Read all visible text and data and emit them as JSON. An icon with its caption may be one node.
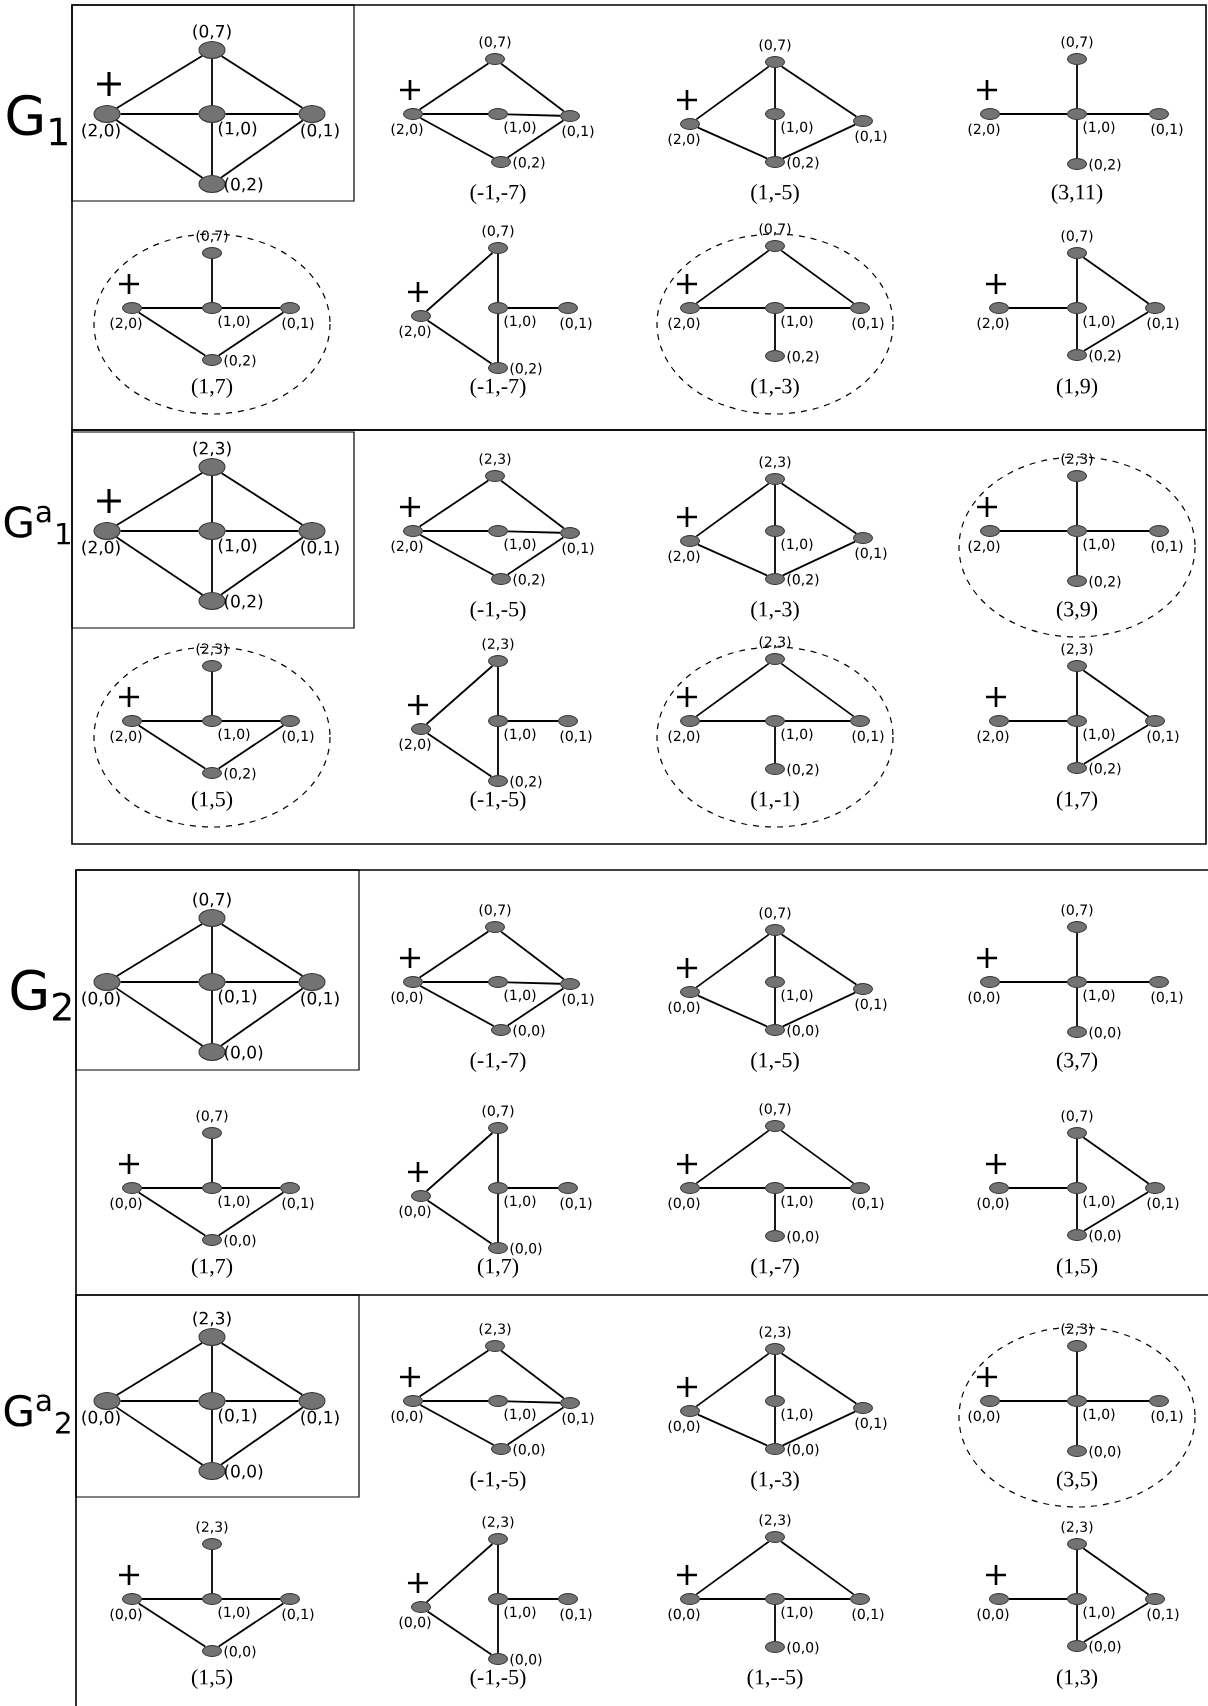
{
  "diagram": {
    "nodes": [
      {
        "text": [],
        "shape": "ellipse",
        "beside": [
          "(0,7)"
        ]
      },
      {
        "text": [],
        "shape": "ellipse",
        "beside": [
          "(2,0)"
        ]
      },
      {
        "text": [],
        "shape": "ellipse",
        "beside": [
          "(1,0)"
        ]
      },
      {
        "text": [],
        "shape": "ellipse",
        "beside": [
          "(0,1)"
        ]
      },
      {
        "text": [],
        "shape": "ellipse",
        "beside": [
          "(0,2)"
        ]
      },
      {
        "text": [],
        "shape": "ellipse",
        "beside": [
          "(0,7)"
        ]
      },
      {
        "text": [],
        "shape": "ellipse",
        "beside": [
          "(2,0)"
        ]
      },
      {
        "text": [],
        "shape": "ellipse",
        "beside": [
          "(1,0)"
        ]
      },
      {
        "text": [],
        "shape": "ellipse",
        "beside": [
          "(0,1)"
        ]
      },
      {
        "text": [],
        "shape": "ellipse",
        "beside": [
          "(0,2)"
        ]
      },
      {
        "text": [],
        "shape": "ellipse",
        "beside": [
          "(0,7)"
        ]
      },
      {
        "text": [],
        "shape": "ellipse",
        "beside": [
          "(2,0)"
        ]
      },
      {
        "text": [],
        "shape": "ellipse",
        "beside": [
          "(1,0)"
        ]
      },
      {
        "text": [],
        "shape": "ellipse",
        "beside": [
          "(0,1)"
        ]
      },
      {
        "text": [],
        "shape": "ellipse",
        "beside": [
          "(0,2)"
        ]
      },
      {
        "text": [],
        "shape": "ellipse",
        "beside": [
          "(0,7)"
        ]
      },
      {
        "text": [],
        "shape": "ellipse",
        "beside": [
          "(2,0)"
        ]
      },
      {
        "text": [],
        "shape": "ellipse",
        "beside": [
          "(1,0)"
        ]
      },
      {
        "text": [],
        "shape": "ellipse",
        "beside": [
          "(0,1)"
        ]
      },
      {
        "text": [],
        "shape": "ellipse",
        "beside": [
          "(0,2)"
        ]
      },
      {
        "text": [],
        "shape": "ellipse",
        "beside": [
          "(0,7)"
        ]
      },
      {
        "text": [],
        "shape": "ellipse",
        "beside": [
          "(2,0)"
        ]
      },
      {
        "text": [],
        "shape": "ellipse",
        "beside": [
          "(1,0)"
        ]
      },
      {
        "text": [],
        "shape": "ellipse",
        "beside": [
          "(0,1)"
        ]
      },
      {
        "text": [],
        "shape": "ellipse",
        "beside": [
          "(0,2)"
        ]
      },
      {
        "text": [],
        "shape": "ellipse",
        "beside": [
          "(0,7)"
        ]
      },
      {
        "text": [],
        "shape": "ellipse",
        "beside": [
          "(2,0)"
        ]
      },
      {
        "text": [],
        "shape": "ellipse",
        "beside": [
          "(1,0)"
        ]
      },
      {
        "text": [],
        "shape": "ellipse",
        "beside": [
          "(0,1)"
        ]
      },
      {
        "text": [],
        "shape": "ellipse",
        "beside": [
          "(0,2)"
        ]
      },
      {
        "text": [],
        "shape": "ellipse",
        "beside": [
          "(0,7)"
        ]
      },
      {
        "text": [],
        "shape": "ellipse",
        "beside": [
          "(2,0)"
        ]
      },
      {
        "text": [],
        "shape": "ellipse",
        "beside": [
          "(1,0)"
        ]
      },
      {
        "text": [],
        "shape": "ellipse",
        "beside": [
          "(0,1)"
        ]
      },
      {
        "text": [],
        "shape": "ellipse",
        "beside": [
          "(0,2)"
        ]
      },
      {
        "text": [],
        "shape": "ellipse",
        "beside": [
          "(0,7)"
        ]
      },
      {
        "text": [],
        "shape": "ellipse",
        "beside": [
          "(2,0)"
        ]
      },
      {
        "text": [],
        "shape": "ellipse",
        "beside": [
          "(1,0)"
        ]
      },
      {
        "text": [],
        "shape": "ellipse",
        "beside": [
          "(0,1)"
        ]
      },
      {
        "text": [],
        "shape": "ellipse",
        "beside": [
          "(0,2)"
        ]
      },
      {
        "text": [],
        "shape": "ellipse",
        "beside": [
          "(2,3)"
        ]
      },
      {
        "text": [],
        "shape": "ellipse",
        "beside": [
          "(2,0)"
        ]
      },
      {
        "text": [],
        "shape": "ellipse",
        "beside": [
          "(1,0)"
        ]
      },
      {
        "text": [],
        "shape": "ellipse",
        "beside": [
          "(0,1)"
        ]
      },
      {
        "text": [],
        "shape": "ellipse",
        "beside": [
          "(0,2)"
        ]
      },
      {
        "text": [],
        "shape": "ellipse",
        "beside": [
          "(2,3)"
        ]
      },
      {
        "text": [],
        "shape": "ellipse",
        "beside": [
          "(2,0)"
        ]
      },
      {
        "text": [],
        "shape": "ellipse",
        "beside": [
          "(1,0)"
        ]
      },
      {
        "text": [],
        "shape": "ellipse",
        "beside": [
          "(0,1)"
        ]
      },
      {
        "text": [],
        "shape": "ellipse",
        "beside": [
          "(0,2)"
        ]
      },
      {
        "text": [],
        "shape": "ellipse",
        "beside": [
          "(2,3)"
        ]
      },
      {
        "text": [],
        "shape": "ellipse",
        "beside": [
          "(2,0)"
        ]
      },
      {
        "text": [],
        "shape": "ellipse",
        "beside": [
          "(1,0)"
        ]
      },
      {
        "text": [],
        "shape": "ellipse",
        "beside": [
          "(0,1)"
        ]
      },
      {
        "text": [],
        "shape": "ellipse",
        "beside": [
          "(0,2)"
        ]
      },
      {
        "text": [],
        "shape": "ellipse",
        "beside": [
          "(2,3)"
        ]
      },
      {
        "text": [],
        "shape": "ellipse",
        "beside": [
          "(2,0)"
        ]
      },
      {
        "text": [],
        "shape": "ellipse",
        "beside": [
          "(1,0)"
        ]
      },
      {
        "text": [],
        "shape": "ellipse",
        "beside": [
          "(0,1)"
        ]
      },
      {
        "text": [],
        "shape": "ellipse",
        "beside": [
          "(0,2)"
        ]
      },
      {
        "text": [],
        "shape": "ellipse",
        "beside": [
          "(2,3)"
        ]
      },
      {
        "text": [],
        "shape": "ellipse",
        "beside": [
          "(2,0)"
        ]
      },
      {
        "text": [],
        "shape": "ellipse",
        "beside": [
          "(1,0)"
        ]
      },
      {
        "text": [],
        "shape": "ellipse",
        "beside": [
          "(0,1)"
        ]
      },
      {
        "text": [],
        "shape": "ellipse",
        "beside": [
          "(0,2)"
        ]
      },
      {
        "text": [],
        "shape": "ellipse",
        "beside": [
          "(2,3)"
        ]
      },
      {
        "text": [],
        "shape": "ellipse",
        "beside": [
          "(2,0)"
        ]
      },
      {
        "text": [],
        "shape": "ellipse",
        "beside": [
          "(1,0)"
        ]
      },
      {
        "text": [],
        "shape": "ellipse",
        "beside": [
          "(0,1)"
        ]
      },
      {
        "text": [],
        "shape": "ellipse",
        "beside": [
          "(0,2)"
        ]
      },
      {
        "text": [],
        "shape": "ellipse",
        "beside": [
          "(2,3)"
        ]
      },
      {
        "text": [],
        "shape": "ellipse",
        "beside": [
          "(2,0)"
        ]
      },
      {
        "text": [],
        "shape": "ellipse",
        "beside": [
          "(1,0)"
        ]
      },
      {
        "text": [],
        "shape": "ellipse",
        "beside": [
          "(0,1)"
        ]
      },
      {
        "text": [],
        "shape": "ellipse",
        "beside": [
          "(0,2)"
        ]
      },
      {
        "text": [],
        "shape": "ellipse",
        "beside": [
          "(2,3)"
        ]
      },
      {
        "text": [],
        "shape": "ellipse",
        "beside": [
          "(2,0)"
        ]
      },
      {
        "text": [],
        "shape": "ellipse",
        "beside": [
          "(1,0)"
        ]
      },
      {
        "text": [],
        "shape": "ellipse",
        "beside": [
          "(0,1)"
        ]
      },
      {
        "text": [],
        "shape": "ellipse",
        "beside": [
          "(0,2)"
        ]
      },
      {
        "text": [],
        "shape": "ellipse",
        "beside": [
          "(0,7)"
        ]
      },
      {
        "text": [],
        "shape": "ellipse",
        "beside": [
          "(0,0)"
        ]
      },
      {
        "text": [],
        "shape": "ellipse",
        "beside": [
          "(0,1)"
        ]
      },
      {
        "text": [],
        "shape": "ellipse",
        "beside": [
          "(0,1)"
        ]
      },
      {
        "text": [],
        "shape": "ellipse",
        "beside": [
          "(0,0)"
        ]
      },
      {
        "text": [],
        "shape": "ellipse",
        "beside": [
          "(0,7)"
        ]
      },
      {
        "text": [],
        "shape": "ellipse",
        "beside": [
          "(0,0)"
        ]
      },
      {
        "text": [],
        "shape": "ellipse",
        "beside": [
          "(1,0)"
        ]
      },
      {
        "text": [],
        "shape": "ellipse",
        "beside": [
          "(0,1)"
        ]
      },
      {
        "text": [],
        "shape": "ellipse",
        "beside": [
          "(0,0)"
        ]
      },
      {
        "text": [],
        "shape": "ellipse",
        "beside": [
          "(0,7)"
        ]
      },
      {
        "text": [],
        "shape": "ellipse",
        "beside": [
          "(0,0)"
        ]
      },
      {
        "text": [],
        "shape": "ellipse",
        "beside": [
          "(1,0)"
        ]
      },
      {
        "text": [],
        "shape": "ellipse",
        "beside": [
          "(0,1)"
        ]
      },
      {
        "text": [],
        "shape": "ellipse",
        "beside": [
          "(0,0)"
        ]
      },
      {
        "text": [],
        "shape": "ellipse",
        "beside": [
          "(0,7)"
        ]
      },
      {
        "text": [],
        "shape": "ellipse",
        "beside": [
          "(0,0)"
        ]
      },
      {
        "text": [],
        "shape": "ellipse",
        "beside": [
          "(1,0)"
        ]
      },
      {
        "text": [],
        "shape": "ellipse",
        "beside": [
          "(0,1)"
        ]
      },
      {
        "text": [],
        "shape": "ellipse",
        "beside": [
          "(0,0)"
        ]
      },
      {
        "text": [],
        "shape": "ellipse",
        "beside": [
          "(0,7)"
        ]
      },
      {
        "text": [],
        "shape": "ellipse",
        "beside": [
          "(0,0)"
        ]
      },
      {
        "text": [],
        "shape": "ellipse",
        "beside": [
          "(1,0)"
        ]
      },
      {
        "text": [],
        "shape": "ellipse",
        "beside": [
          "(0,1)"
        ]
      },
      {
        "text": [],
        "shape": "ellipse",
        "beside": [
          "(0,0)"
        ]
      },
      {
        "text": [],
        "shape": "ellipse",
        "beside": [
          "(0,7)"
        ]
      },
      {
        "text": [],
        "shape": "ellipse",
        "beside": [
          "(0,0)"
        ]
      },
      {
        "text": [],
        "shape": "ellipse",
        "beside": [
          "(1,0)"
        ]
      },
      {
        "text": [],
        "shape": "ellipse",
        "beside": [
          "(0,1)"
        ]
      },
      {
        "text": [],
        "shape": "ellipse",
        "beside": [
          "(0,0)"
        ]
      },
      {
        "text": [],
        "shape": "ellipse",
        "beside": [
          "(0,7)"
        ]
      },
      {
        "text": [],
        "shape": "ellipse",
        "beside": [
          "(0,0)"
        ]
      },
      {
        "text": [],
        "shape": "ellipse",
        "beside": [
          "(1,0)"
        ]
      },
      {
        "text": [],
        "shape": "ellipse",
        "beside": [
          "(0,1)"
        ]
      },
      {
        "text": [],
        "shape": "ellipse",
        "beside": [
          "(0,0)"
        ]
      },
      {
        "text": [],
        "shape": "ellipse",
        "beside": [
          "(0,7)"
        ]
      },
      {
        "text": [],
        "shape": "ellipse",
        "beside": [
          "(0,0)"
        ]
      },
      {
        "text": [],
        "shape": "ellipse",
        "beside": [
          "(1,0)"
        ]
      },
      {
        "text": [],
        "shape": "ellipse",
        "beside": [
          "(0,1)"
        ]
      },
      {
        "text": [],
        "shape": "ellipse",
        "beside": [
          "(0,0)"
        ]
      },
      {
        "text": [],
        "shape": "ellipse",
        "beside": [
          "(2,3)"
        ]
      },
      {
        "text": [],
        "shape": "ellipse",
        "beside": [
          "(0,0)"
        ]
      },
      {
        "text": [],
        "shape": "ellipse",
        "beside": [
          "(0,1)"
        ]
      },
      {
        "text": [],
        "shape": "ellipse",
        "beside": [
          "(0,1)"
        ]
      },
      {
        "text": [],
        "shape": "ellipse",
        "beside": [
          "(0,0)"
        ]
      },
      {
        "text": [],
        "shape": "ellipse",
        "beside": [
          "(2,3)"
        ]
      },
      {
        "text": [],
        "shape": "ellipse",
        "beside": [
          "(0,0)"
        ]
      },
      {
        "text": [],
        "shape": "ellipse",
        "beside": [
          "(1,0)"
        ]
      },
      {
        "text": [],
        "shape": "ellipse",
        "beside": [
          "(0,1)"
        ]
      },
      {
        "text": [],
        "shape": "ellipse",
        "beside": [
          "(0,0)"
        ]
      },
      {
        "text": [],
        "shape": "ellipse",
        "beside": [
          "(2,3)"
        ]
      },
      {
        "text": [],
        "shape": "ellipse",
        "beside": [
          "(0,0)"
        ]
      },
      {
        "text": [],
        "shape": "ellipse",
        "beside": [
          "(1,0)"
        ]
      },
      {
        "text": [],
        "shape": "ellipse",
        "beside": [
          "(0,1)"
        ]
      },
      {
        "text": [],
        "shape": "ellipse",
        "beside": [
          "(0,0)"
        ]
      },
      {
        "text": [],
        "shape": "ellipse",
        "beside": [
          "(2,3)"
        ]
      },
      {
        "text": [],
        "shape": "ellipse",
        "beside": [
          "(0,0)"
        ]
      },
      {
        "text": [],
        "shape": "ellipse",
        "beside": [
          "(1,0)"
        ]
      },
      {
        "text": [],
        "shape": "ellipse",
        "beside": [
          "(0,1)"
        ]
      },
      {
        "text": [],
        "shape": "ellipse",
        "beside": [
          "(0,0)"
        ]
      },
      {
        "text": [],
        "shape": "ellipse",
        "beside": [
          "(2,3)"
        ]
      },
      {
        "text": [],
        "shape": "ellipse",
        "beside": [
          "(0,0)"
        ]
      },
      {
        "text": [],
        "shape": "ellipse",
        "beside": [
          "(1,0)"
        ]
      },
      {
        "text": [],
        "shape": "ellipse",
        "beside": [
          "(0,1)"
        ]
      },
      {
        "text": [],
        "shape": "ellipse",
        "beside": [
          "(0,0)"
        ]
      },
      {
        "text": [],
        "shape": "ellipse",
        "beside": [
          "(2,3)"
        ]
      },
      {
        "text": [],
        "shape": "ellipse",
        "beside": [
          "(0,0)"
        ]
      },
      {
        "text": [],
        "shape": "ellipse",
        "beside": [
          "(1,0)"
        ]
      },
      {
        "text": [],
        "shape": "ellipse",
        "beside": [
          "(0,1)"
        ]
      },
      {
        "text": [],
        "shape": "ellipse",
        "beside": [
          "(0,0)"
        ]
      },
      {
        "text": [],
        "shape": "ellipse",
        "beside": [
          "(2,3)"
        ]
      },
      {
        "text": [],
        "shape": "ellipse",
        "beside": [
          "(0,0)"
        ]
      },
      {
        "text": [],
        "shape": "ellipse",
        "beside": [
          "(1,0)"
        ]
      },
      {
        "text": [],
        "shape": "ellipse",
        "beside": [
          "(0,1)"
        ]
      },
      {
        "text": [],
        "shape": "ellipse",
        "beside": [
          "(0,0)"
        ]
      },
      {
        "text": [],
        "shape": "ellipse",
        "beside": [
          "(2,3)"
        ]
      },
      {
        "text": [],
        "shape": "ellipse",
        "beside": [
          "(0,0)"
        ]
      },
      {
        "text": [],
        "shape": "ellipse",
        "beside": [
          "(1,0)"
        ]
      },
      {
        "text": [],
        "shape": "ellipse",
        "beside": [
          "(0,1)"
        ]
      },
      {
        "text": [],
        "shape": "ellipse",
        "beside": [
          "(0,0)"
        ]
      }
    ],
    "edges": [
      {
        "from": 0,
        "to": 1,
        "arrow": "none"
      },
      {
        "from": 0,
        "to": 2,
        "arrow": "none"
      },
      {
        "from": 0,
        "to": 3,
        "arrow": "none"
      },
      {
        "from": 1,
        "to": 2,
        "arrow": "none"
      },
      {
        "from": 2,
        "to": 3,
        "arrow": "none"
      },
      {
        "from": 1,
        "to": 4,
        "arrow": "none"
      },
      {
        "from": 2,
        "to": 4,
        "arrow": "none"
      },
      {
        "from": 3,
        "to": 4,
        "arrow": "none"
      },
      {
        "from": 5,
        "to": 6,
        "arrow": "none"
      },
      {
        "from": 5,
        "to": 8,
        "arrow": "none"
      },
      {
        "from": 6,
        "to": 7,
        "arrow": "none"
      },
      {
        "from": 7,
        "to": 8,
        "arrow": "none"
      },
      {
        "from": 6,
        "to": 9,
        "arrow": "none"
      },
      {
        "from": 8,
        "to": 9,
        "arrow": "none"
      },
      {
        "from": 10,
        "to": 11,
        "arrow": "none"
      },
      {
        "from": 10,
        "to": 13,
        "arrow": "none"
      },
      {
        "from": 10,
        "to": 12,
        "arrow": "none"
      },
      {
        "from": 12,
        "to": 14,
        "arrow": "none"
      },
      {
        "from": 11,
        "to": 14,
        "arrow": "none"
      },
      {
        "from": 13,
        "to": 14,
        "arrow": "none"
      },
      {
        "from": 15,
        "to": 17,
        "arrow": "none"
      },
      {
        "from": 16,
        "to": 17,
        "arrow": "none"
      },
      {
        "from": 17,
        "to": 18,
        "arrow": "none"
      },
      {
        "from": 17,
        "to": 19,
        "arrow": "none"
      },
      {
        "from": 20,
        "to": 22,
        "arrow": "none"
      },
      {
        "from": 21,
        "to": 22,
        "arrow": "none"
      },
      {
        "from": 22,
        "to": 23,
        "arrow": "none"
      },
      {
        "from": 21,
        "to": 24,
        "arrow": "none"
      },
      {
        "from": 23,
        "to": 24,
        "arrow": "none"
      },
      {
        "from": 25,
        "to": 26,
        "arrow": "none"
      },
      {
        "from": 25,
        "to": 27,
        "arrow": "none"
      },
      {
        "from": 27,
        "to": 28,
        "arrow": "none"
      },
      {
        "from": 27,
        "to": 29,
        "arrow": "none"
      },
      {
        "from": 26,
        "to": 29,
        "arrow": "none"
      },
      {
        "from": 30,
        "to": 31,
        "arrow": "none"
      },
      {
        "from": 30,
        "to": 33,
        "arrow": "none"
      },
      {
        "from": 31,
        "to": 32,
        "arrow": "none"
      },
      {
        "from": 32,
        "to": 33,
        "arrow": "none"
      },
      {
        "from": 32,
        "to": 34,
        "arrow": "none"
      },
      {
        "from": 36,
        "to": 37,
        "arrow": "none"
      },
      {
        "from": 35,
        "to": 37,
        "arrow": "none"
      },
      {
        "from": 37,
        "to": 39,
        "arrow": "none"
      },
      {
        "from": 35,
        "to": 38,
        "arrow": "none"
      },
      {
        "from": 38,
        "to": 39,
        "arrow": "none"
      },
      {
        "from": 40,
        "to": 41,
        "arrow": "none"
      },
      {
        "from": 40,
        "to": 42,
        "arrow": "none"
      },
      {
        "from": 40,
        "to": 43,
        "arrow": "none"
      },
      {
        "from": 41,
        "to": 42,
        "arrow": "none"
      },
      {
        "from": 42,
        "to": 43,
        "arrow": "none"
      },
      {
        "from": 41,
        "to": 44,
        "arrow": "none"
      },
      {
        "from": 42,
        "to": 44,
        "arrow": "none"
      },
      {
        "from": 43,
        "to": 44,
        "arrow": "none"
      },
      {
        "from": 45,
        "to": 46,
        "arrow": "none"
      },
      {
        "from": 45,
        "to": 48,
        "arrow": "none"
      },
      {
        "from": 46,
        "to": 47,
        "arrow": "none"
      },
      {
        "from": 47,
        "to": 48,
        "arrow": "none"
      },
      {
        "from": 46,
        "to": 49,
        "arrow": "none"
      },
      {
        "from": 48,
        "to": 49,
        "arrow": "none"
      },
      {
        "from": 50,
        "to": 51,
        "arrow": "none"
      },
      {
        "from": 50,
        "to": 53,
        "arrow": "none"
      },
      {
        "from": 50,
        "to": 52,
        "arrow": "none"
      },
      {
        "from": 52,
        "to": 54,
        "arrow": "none"
      },
      {
        "from": 51,
        "to": 54,
        "arrow": "none"
      },
      {
        "from": 53,
        "to": 54,
        "arrow": "none"
      },
      {
        "from": 55,
        "to": 57,
        "arrow": "none"
      },
      {
        "from": 56,
        "to": 57,
        "arrow": "none"
      },
      {
        "from": 57,
        "to": 58,
        "arrow": "none"
      },
      {
        "from": 57,
        "to": 59,
        "arrow": "none"
      },
      {
        "from": 60,
        "to": 62,
        "arrow": "none"
      },
      {
        "from": 61,
        "to": 62,
        "arrow": "none"
      },
      {
        "from": 62,
        "to": 63,
        "arrow": "none"
      },
      {
        "from": 61,
        "to": 64,
        "arrow": "none"
      },
      {
        "from": 63,
        "to": 64,
        "arrow": "none"
      },
      {
        "from": 65,
        "to": 66,
        "arrow": "none"
      },
      {
        "from": 65,
        "to": 67,
        "arrow": "none"
      },
      {
        "from": 67,
        "to": 68,
        "arrow": "none"
      },
      {
        "from": 67,
        "to": 69,
        "arrow": "none"
      },
      {
        "from": 66,
        "to": 69,
        "arrow": "none"
      },
      {
        "from": 70,
        "to": 71,
        "arrow": "none"
      },
      {
        "from": 70,
        "to": 73,
        "arrow": "none"
      },
      {
        "from": 71,
        "to": 72,
        "arrow": "none"
      },
      {
        "from": 72,
        "to": 73,
        "arrow": "none"
      },
      {
        "from": 72,
        "to": 74,
        "arrow": "none"
      },
      {
        "from": 76,
        "to": 77,
        "arrow": "none"
      },
      {
        "from": 75,
        "to": 77,
        "arrow": "none"
      },
      {
        "from": 77,
        "to": 79,
        "arrow": "none"
      },
      {
        "from": 75,
        "to": 78,
        "arrow": "none"
      },
      {
        "from": 78,
        "to": 79,
        "arrow": "none"
      },
      {
        "from": 80,
        "to": 81,
        "arrow": "none"
      },
      {
        "from": 80,
        "to": 82,
        "arrow": "none"
      },
      {
        "from": 80,
        "to": 83,
        "arrow": "none"
      },
      {
        "from": 81,
        "to": 82,
        "arrow": "none"
      },
      {
        "from": 82,
        "to": 83,
        "arrow": "none"
      },
      {
        "from": 81,
        "to": 84,
        "arrow": "none"
      },
      {
        "from": 82,
        "to": 84,
        "arrow": "none"
      },
      {
        "from": 83,
        "to": 84,
        "arrow": "none"
      },
      {
        "from": 85,
        "to": 86,
        "arrow": "none"
      },
      {
        "from": 85,
        "to": 88,
        "arrow": "none"
      },
      {
        "from": 86,
        "to": 87,
        "arrow": "none"
      },
      {
        "from": 87,
        "to": 88,
        "arrow": "none"
      },
      {
        "from": 86,
        "to": 89,
        "arrow": "none"
      },
      {
        "from": 88,
        "to": 89,
        "arrow": "none"
      },
      {
        "from": 90,
        "to": 91,
        "arrow": "none"
      },
      {
        "from": 90,
        "to": 93,
        "arrow": "none"
      },
      {
        "from": 90,
        "to": 92,
        "arrow": "none"
      },
      {
        "from": 92,
        "to": 94,
        "arrow": "none"
      },
      {
        "from": 91,
        "to": 94,
        "arrow": "none"
      },
      {
        "from": 93,
        "to": 94,
        "arrow": "none"
      },
      {
        "from": 95,
        "to": 97,
        "arrow": "none"
      },
      {
        "from": 96,
        "to": 97,
        "arrow": "none"
      },
      {
        "from": 97,
        "to": 98,
        "arrow": "none"
      },
      {
        "from": 97,
        "to": 99,
        "arrow": "none"
      },
      {
        "from": 100,
        "to": 102,
        "arrow": "none"
      },
      {
        "from": 101,
        "to": 102,
        "arrow": "none"
      },
      {
        "from": 102,
        "to": 103,
        "arrow": "none"
      },
      {
        "from": 101,
        "to": 104,
        "arrow": "none"
      },
      {
        "from": 103,
        "to": 104,
        "arrow": "none"
      },
      {
        "from": 105,
        "to": 106,
        "arrow": "none"
      },
      {
        "from": 105,
        "to": 107,
        "arrow": "none"
      },
      {
        "from": 107,
        "to": 108,
        "arrow": "none"
      },
      {
        "from": 107,
        "to": 109,
        "arrow": "none"
      },
      {
        "from": 106,
        "to": 109,
        "arrow": "none"
      },
      {
        "from": 110,
        "to": 111,
        "arrow": "none"
      },
      {
        "from": 110,
        "to": 113,
        "arrow": "none"
      },
      {
        "from": 111,
        "to": 112,
        "arrow": "none"
      },
      {
        "from": 112,
        "to": 113,
        "arrow": "none"
      },
      {
        "from": 112,
        "to": 114,
        "arrow": "none"
      },
      {
        "from": 116,
        "to": 117,
        "arrow": "none"
      },
      {
        "from": 115,
        "to": 117,
        "arrow": "none"
      },
      {
        "from": 117,
        "to": 119,
        "arrow": "none"
      },
      {
        "from": 115,
        "to": 118,
        "arrow": "none"
      },
      {
        "from": 118,
        "to": 119,
        "arrow": "none"
      },
      {
        "from": 120,
        "to": 121,
        "arrow": "none"
      },
      {
        "from": 120,
        "to": 122,
        "arrow": "none"
      },
      {
        "from": 120,
        "to": 123,
        "arrow": "none"
      },
      {
        "from": 121,
        "to": 122,
        "arrow": "none"
      },
      {
        "from": 122,
        "to": 123,
        "arrow": "none"
      },
      {
        "from": 121,
        "to": 124,
        "arrow": "none"
      },
      {
        "from": 122,
        "to": 124,
        "arrow": "none"
      },
      {
        "from": 123,
        "to": 124,
        "arrow": "none"
      },
      {
        "from": 125,
        "to": 126,
        "arrow": "none"
      },
      {
        "from": 125,
        "to": 128,
        "arrow": "none"
      },
      {
        "from": 126,
        "to": 127,
        "arrow": "none"
      },
      {
        "from": 127,
        "to": 128,
        "arrow": "none"
      },
      {
        "from": 126,
        "to": 129,
        "arrow": "none"
      },
      {
        "from": 128,
        "to": 129,
        "arrow": "none"
      },
      {
        "from": 130,
        "to": 131,
        "arrow": "none"
      },
      {
        "from": 130,
        "to": 133,
        "arrow": "none"
      },
      {
        "from": 130,
        "to": 132,
        "arrow": "none"
      },
      {
        "from": 132,
        "to": 134,
        "arrow": "none"
      },
      {
        "from": 131,
        "to": 134,
        "arrow": "none"
      },
      {
        "from": 133,
        "to": 134,
        "arrow": "none"
      },
      {
        "from": 135,
        "to": 137,
        "arrow": "none"
      },
      {
        "from": 136,
        "to": 137,
        "arrow": "none"
      },
      {
        "from": 137,
        "to": 138,
        "arrow": "none"
      },
      {
        "from": 137,
        "to": 139,
        "arrow": "none"
      },
      {
        "from": 140,
        "to": 142,
        "arrow": "none"
      },
      {
        "from": 141,
        "to": 142,
        "arrow": "none"
      },
      {
        "from": 142,
        "to": 143,
        "arrow": "none"
      },
      {
        "from": 141,
        "to": 144,
        "arrow": "none"
      },
      {
        "from": 143,
        "to": 144,
        "arrow": "none"
      },
      {
        "from": 145,
        "to": 146,
        "arrow": "none"
      },
      {
        "from": 145,
        "to": 147,
        "arrow": "none"
      },
      {
        "from": 147,
        "to": 148,
        "arrow": "none"
      },
      {
        "from": 147,
        "to": 149,
        "arrow": "none"
      },
      {
        "from": 146,
        "to": 149,
        "arrow": "none"
      },
      {
        "from": 150,
        "to": 151,
        "arrow": "none"
      },
      {
        "from": 150,
        "to": 153,
        "arrow": "none"
      },
      {
        "from": 151,
        "to": 152,
        "arrow": "none"
      },
      {
        "from": 152,
        "to": 153,
        "arrow": "none"
      },
      {
        "from": 152,
        "to": 154,
        "arrow": "none"
      },
      {
        "from": 156,
        "to": 157,
        "arrow": "none"
      },
      {
        "from": 155,
        "to": 157,
        "arrow": "none"
      },
      {
        "from": 157,
        "to": 159,
        "arrow": "none"
      },
      {
        "from": 155,
        "to": 158,
        "arrow": "none"
      },
      {
        "from": 158,
        "to": 159,
        "arrow": "none"
      }
    ],
    "labels": [
      "G$_{1}$",
      "+",
      "+",
      "(-1,-7)",
      "+",
      "(1,-5)",
      "+",
      "(3,11)",
      "+",
      "(1,7)",
      "+",
      "(-1,-7)",
      "+",
      "(1,-3)",
      "+",
      "(1,9)",
      "G$^{a}$$_{1}$",
      "+",
      "+",
      "(-1,-5)",
      "+",
      "(1,-3)",
      "+",
      "(3,9)",
      "+",
      "(1,5)",
      "+",
      "(-1,-5)",
      "+",
      "(1,-1)",
      "+",
      "(1,7)",
      "G$_{2}$",
      "+",
      "(-1,-7)",
      "+",
      "(1,-5)",
      "+",
      "(3,7)",
      "+",
      "(1,7)",
      "+",
      "(1,7)",
      "+",
      "(1,-7)",
      "+",
      "(1,5)",
      "G$^{a}$$_{2}$",
      "+",
      "(-1,-5)",
      "+",
      "(1,-3)",
      "+",
      "(3,5)",
      "+",
      "(1,5)",
      "+",
      "(-1,-5)",
      "+",
      "(1,--5)",
      "+",
      "(1,3)"
    ]
  }
}
